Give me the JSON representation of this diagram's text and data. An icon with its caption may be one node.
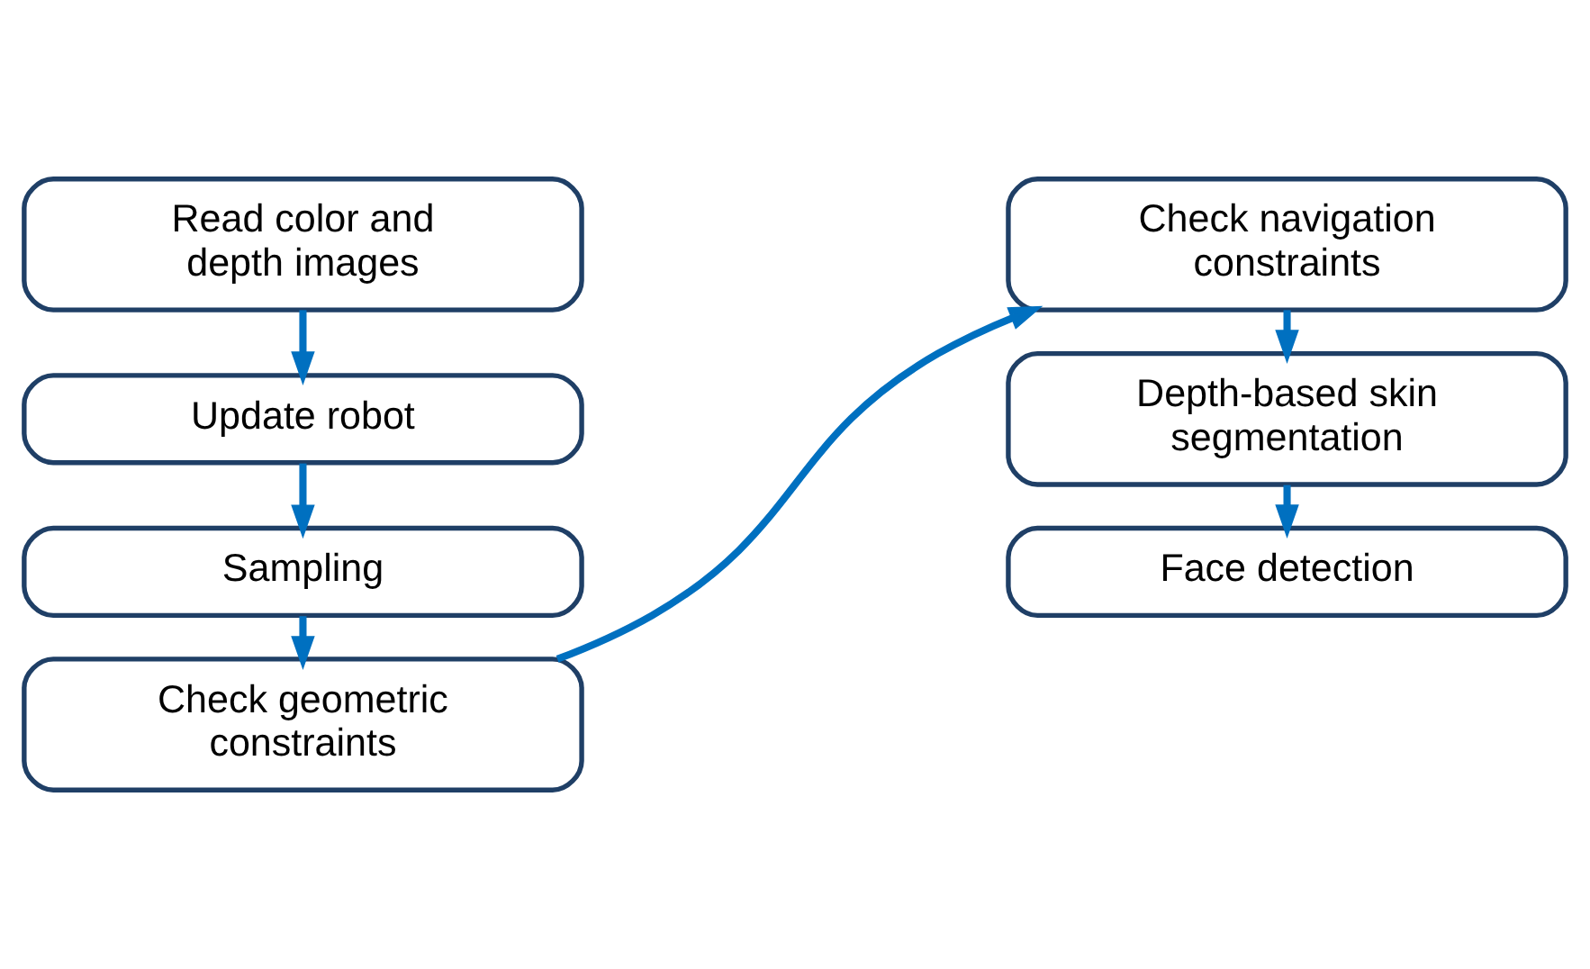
{
  "diagram": {
    "nodes": [
      {
        "text": [
          "Read color and depth images"
        ]
      },
      {
        "text": [
          "Update robot"
        ]
      },
      {
        "text": [
          "Sampling"
        ]
      },
      {
        "text": [
          "Check geometric constraints"
        ]
      },
      {
        "text": [
          "Check navigation constraints"
        ]
      },
      {
        "text": [
          "Depth-based skin segmentation"
        ]
      },
      {
        "text": [
          "Face detection"
        ]
      }
    ],
    "edges": [
      {
        "from": 0,
        "to": 1,
        "arrow": "to"
      },
      {
        "from": 1,
        "to": 2,
        "arrow": "to"
      },
      {
        "from": 2,
        "to": 3,
        "arrow": "to"
      },
      {
        "from": 3,
        "to": 4,
        "arrow": "to"
      },
      {
        "from": 4,
        "to": 5,
        "arrow": "to"
      },
      {
        "from": 5,
        "to": 6,
        "arrow": "to"
      }
    ]
  }
}
